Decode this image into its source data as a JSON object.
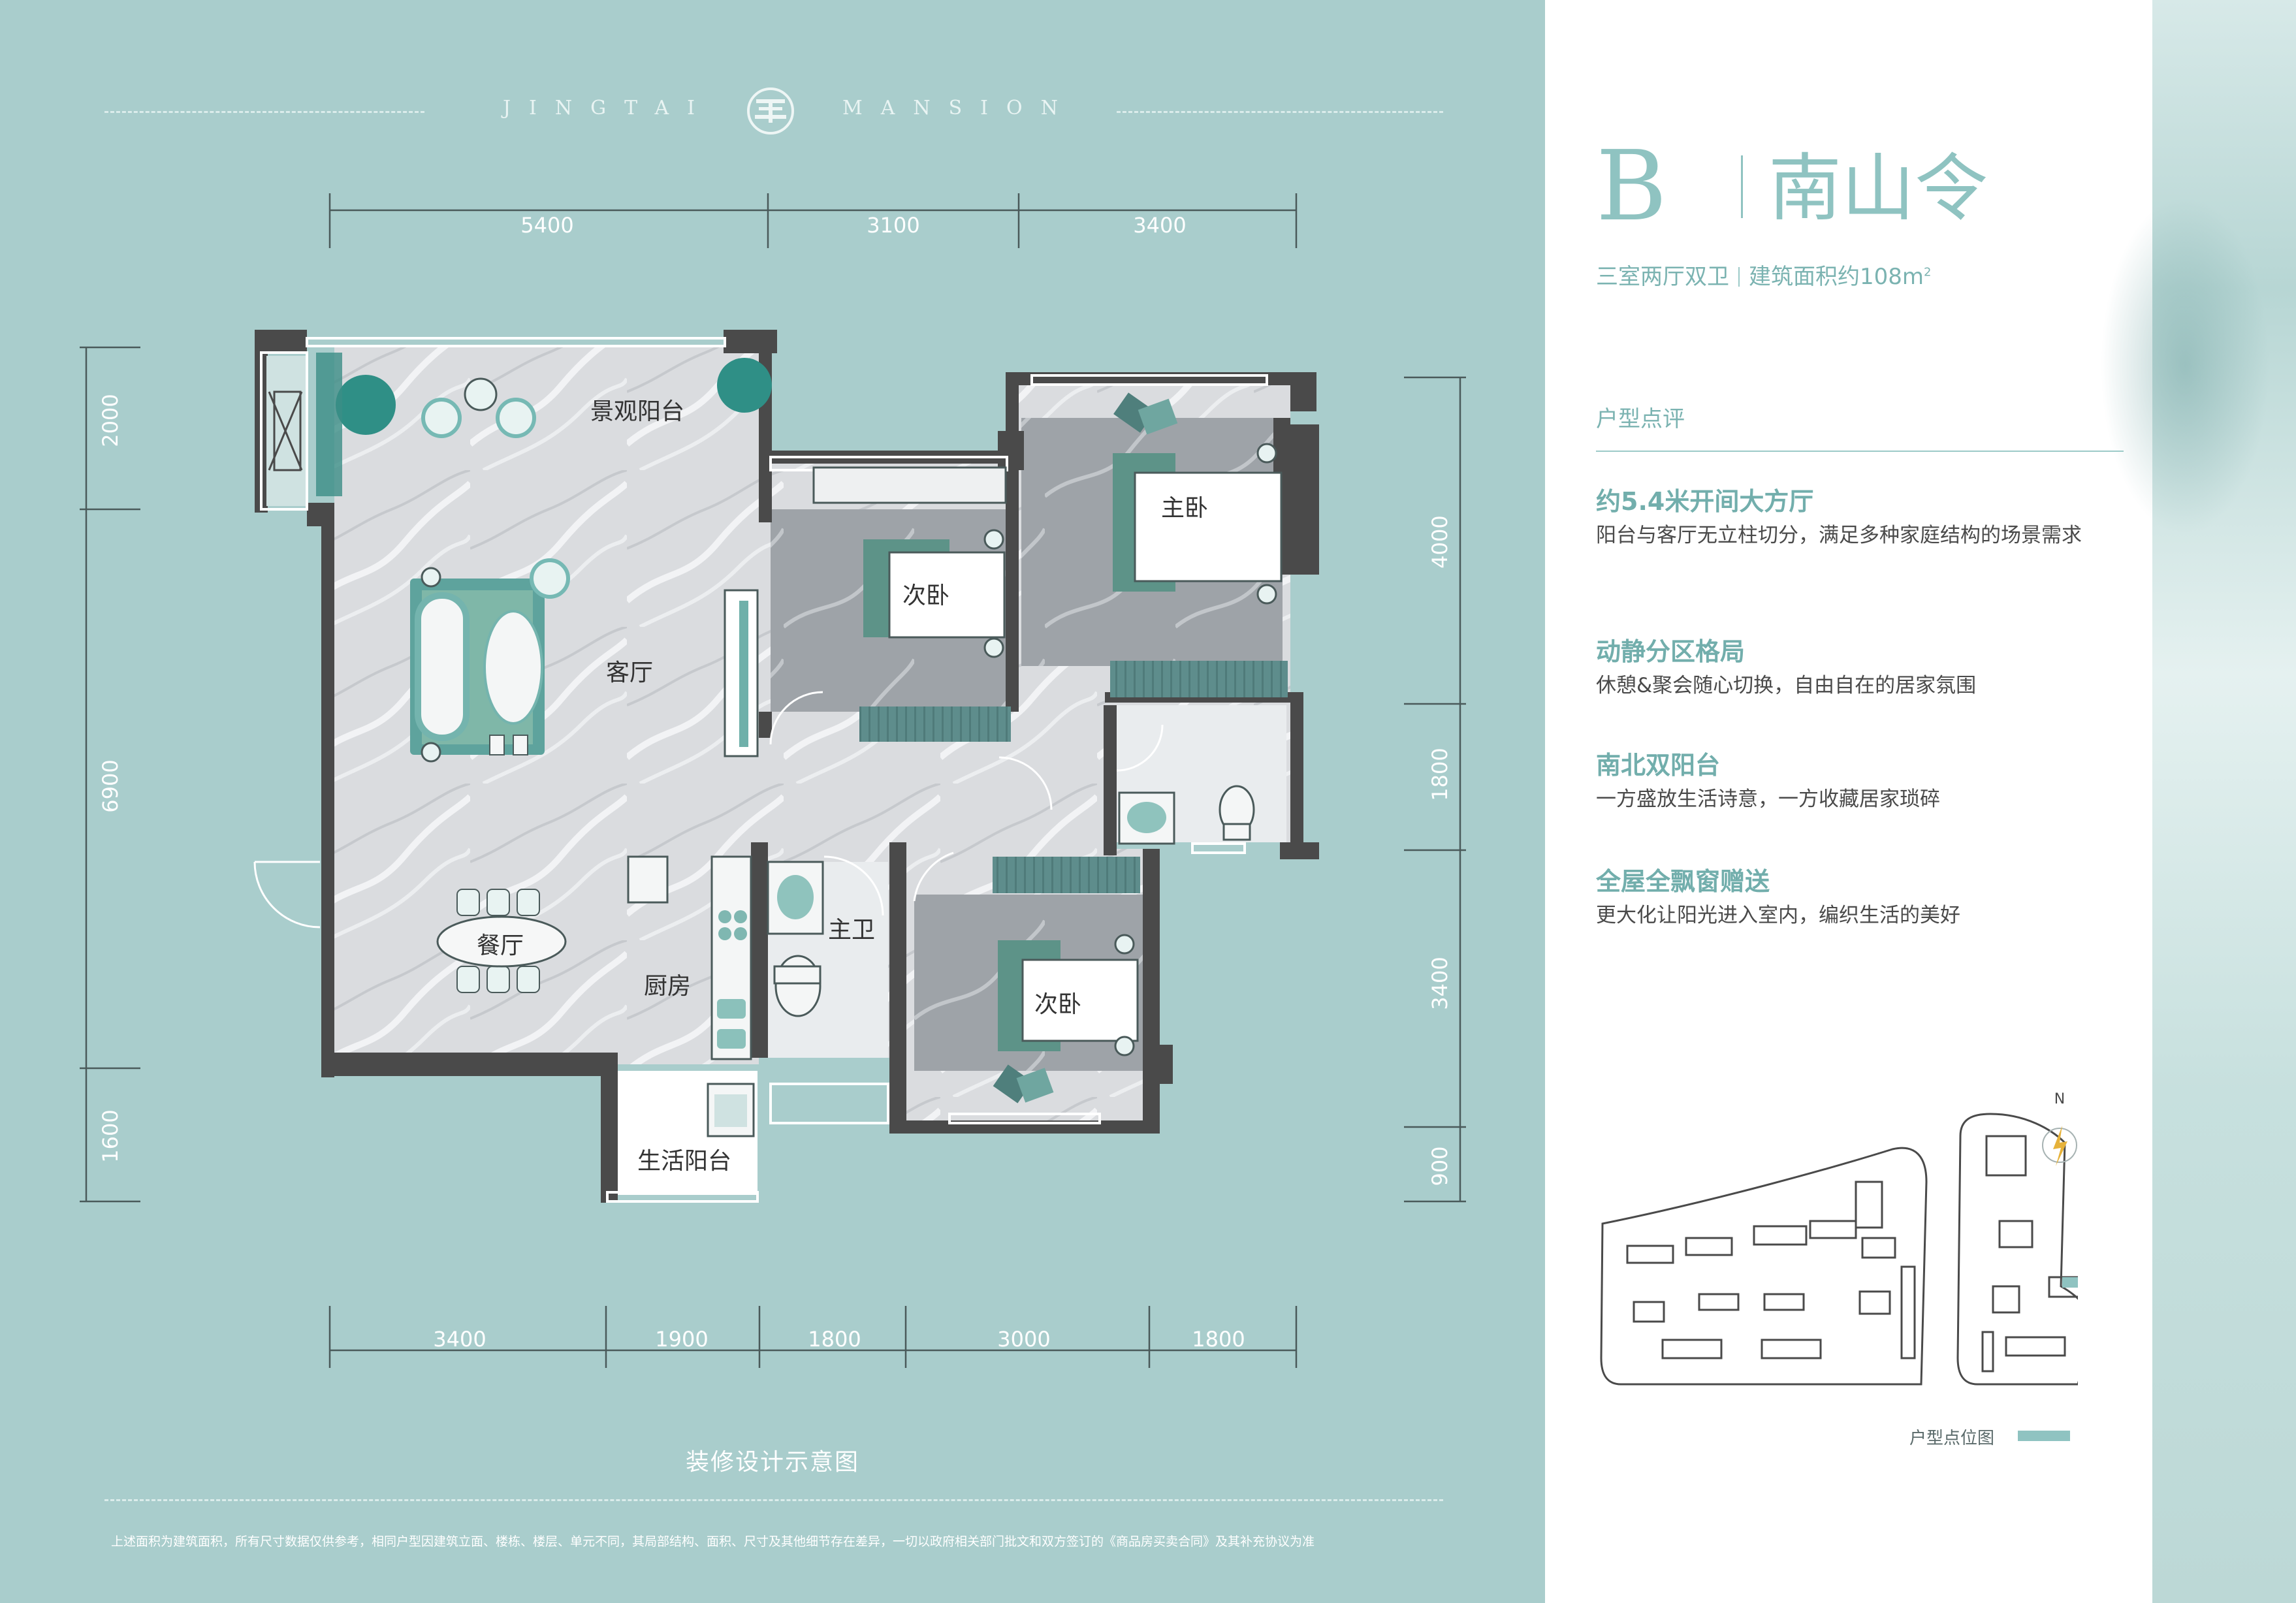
{
  "brand": {
    "word_left": "JINGTAI",
    "word_right": "MANSION"
  },
  "unit": {
    "letter": "B",
    "name": "南山令",
    "layout": "三室两厅双卫",
    "area_prefix": "建筑面积约108m",
    "area_sup": "2"
  },
  "review": {
    "title": "户型点评",
    "points": [
      {
        "heading": "约5.4米开间大方厅",
        "desc": "阳台与客厅无立柱切分，满足多种家庭结构的场景需求"
      },
      {
        "heading": "动静分区格局",
        "desc": "休憩&聚会随心切换，自由自在的居家氛围"
      },
      {
        "heading": "南北双阳台",
        "desc": "一方盛放生活诗意，一方收藏居家琐碎"
      },
      {
        "heading": "全屋全飘窗赠送",
        "desc": "更大化让阳光进入室内，编织生活的美好"
      }
    ]
  },
  "siteplan": {
    "legend": "户型点位图",
    "north": "N"
  },
  "plan": {
    "rooms": {
      "balcony_view": "景观阳台",
      "living": "客厅",
      "bedroom2_a": "次卧",
      "master": "主卧",
      "dining": "餐厅",
      "kitchen": "厨房",
      "master_bath": "主卫",
      "bedroom2_b": "次卧",
      "utility_balcony": "生活阳台"
    },
    "dims": {
      "top": [
        "5400",
        "3100",
        "3400"
      ],
      "bottom": [
        "3400",
        "1900",
        "1800",
        "3000",
        "1800"
      ],
      "left": [
        "2000",
        "6900",
        "1600"
      ],
      "right": [
        "4000",
        "1800",
        "3400",
        "900"
      ]
    }
  },
  "caption": "装修设计示意图",
  "disclaimer": "上述面积为建筑面积，所有尺寸数据仅供参考，相同户型因建筑立面、楼栋、楼层、单元不同，其局部结构、面积、尺寸及其他细节存在差异，一切以政府相关部门批文和双方签订的《商品房买卖合同》及其补充协议为准",
  "colors": {
    "background": "#a9cdcc",
    "accent": "#8fc3c1",
    "wall": "#4a4a4a",
    "floor": "#d9dcdf"
  }
}
